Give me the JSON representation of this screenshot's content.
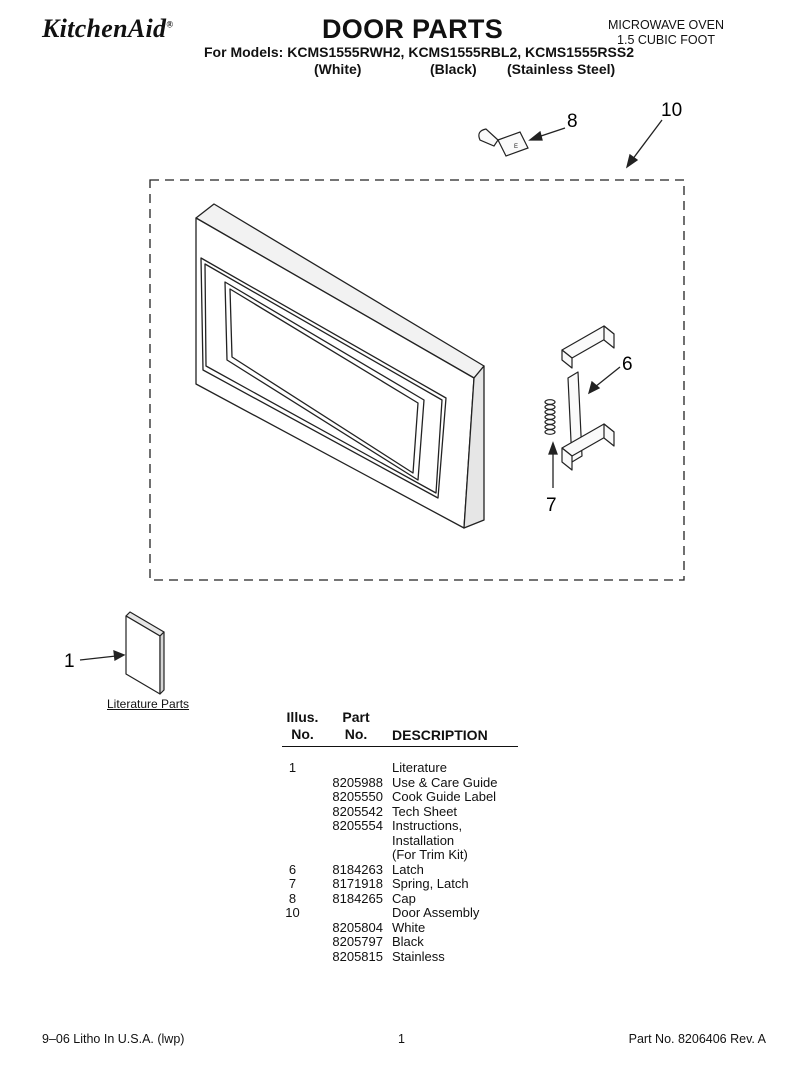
{
  "header": {
    "brand": "KitchenAid",
    "brand_mark": "®",
    "title": "DOOR PARTS",
    "models_line": "For Models: KCMS1555RWH2, KCMS1555RBL2, KCMS1555RSS2",
    "color_white": "(White)",
    "color_black": "(Black)",
    "color_stainless": "(Stainless Steel)",
    "product_line1": "MICROWAVE OVEN",
    "product_line2": "1.5 CUBIC FOOT"
  },
  "diagram": {
    "callouts": {
      "c1": "1",
      "c6": "6",
      "c7": "7",
      "c8": "8",
      "c10": "10"
    },
    "literature_label": "Literature Parts"
  },
  "parts_table": {
    "head_illus_1": "Illus.",
    "head_illus_2": "No.",
    "head_part_1": "Part",
    "head_part_2": "No.",
    "head_desc": "DESCRIPTION",
    "rows": [
      {
        "illus": "1",
        "part": "",
        "desc": "Literature"
      },
      {
        "illus": "",
        "part": "8205988",
        "desc": "Use & Care Guide"
      },
      {
        "illus": "",
        "part": "8205550",
        "desc": "Cook Guide Label"
      },
      {
        "illus": "",
        "part": "8205542",
        "desc": "Tech Sheet"
      },
      {
        "illus": "",
        "part": "8205554",
        "desc": "Instructions,"
      },
      {
        "illus": "",
        "part": "",
        "desc": "Installation"
      },
      {
        "illus": "",
        "part": "",
        "desc": "(For Trim Kit)"
      },
      {
        "illus": "6",
        "part": "8184263",
        "desc": "Latch"
      },
      {
        "illus": "7",
        "part": "8171918",
        "desc": "Spring, Latch"
      },
      {
        "illus": "8",
        "part": "8184265",
        "desc": "Cap"
      },
      {
        "illus": "10",
        "part": "",
        "desc": "Door Assembly"
      },
      {
        "illus": "",
        "part": "8205804",
        "desc": "White"
      },
      {
        "illus": "",
        "part": "8205797",
        "desc": "Black"
      },
      {
        "illus": "",
        "part": "8205815",
        "desc": "Stainless"
      }
    ]
  },
  "footer": {
    "left": "9–06 Litho In U.S.A. (lwp)",
    "page": "1",
    "right": "Part No. 8206406 Rev. A"
  }
}
